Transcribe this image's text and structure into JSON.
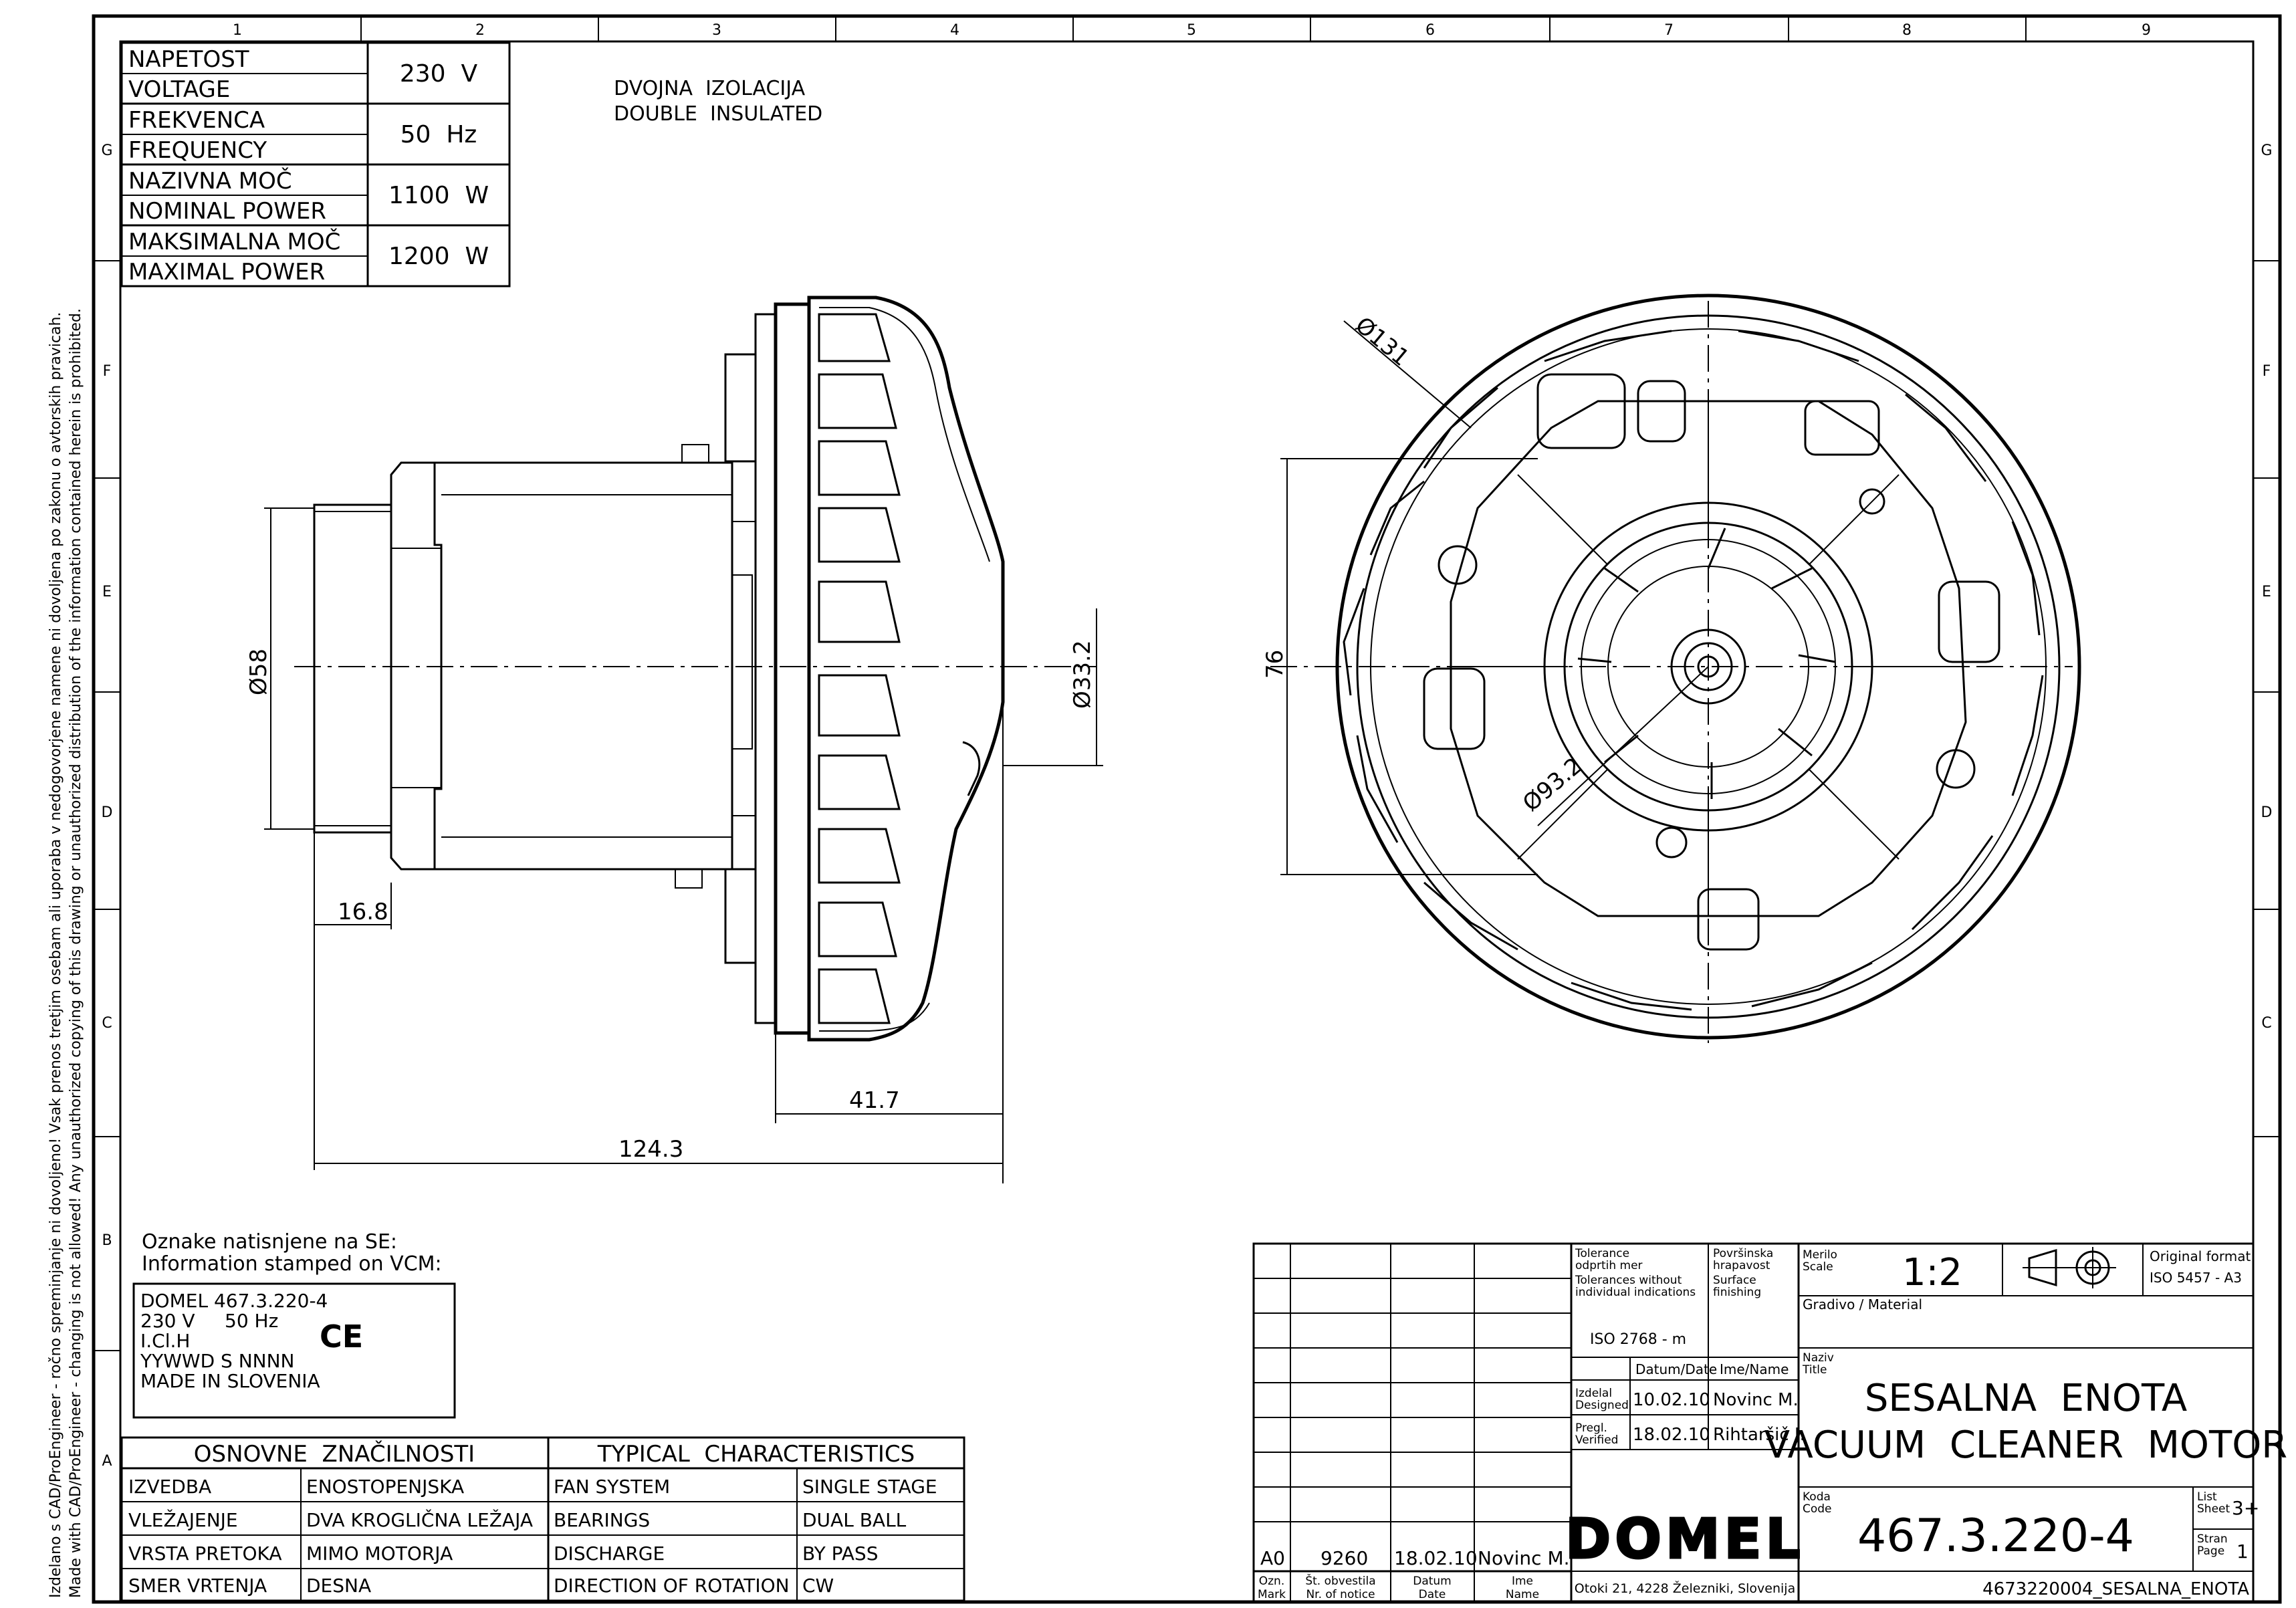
{
  "side_note": {
    "line1": "Izdelano s CAD/ProEngineer - ročno spreminjanje ni dovoljeno! Vsak prenos tretjim osebam ali uporaba v nedogovorjene namene ni dovoljena po zakonu o avtorskih pravicah.",
    "line2": "Made with CAD/ProEngineer - changing is not allowed!  Any unauthorized copying of this drawing or unauthorized distribution of the information contained herein is prohibited."
  },
  "frame": {
    "columns": [
      "1",
      "2",
      "3",
      "4",
      "5",
      "6",
      "7",
      "8",
      "9"
    ],
    "rows": [
      "G",
      "F",
      "E",
      "D",
      "C",
      "B",
      "A"
    ]
  },
  "ratings": [
    {
      "label_sl": "NAPETOST",
      "label_en": "VOLTAGE",
      "value": "230  V"
    },
    {
      "label_sl": "FREKVENCA",
      "label_en": "FREQUENCY",
      "value": "50  Hz"
    },
    {
      "label_sl": "NAZIVNA MOČ",
      "label_en": "NOMINAL POWER",
      "value": "1100  W"
    },
    {
      "label_sl": "MAKSIMALNA MOČ",
      "label_en": "MAXIMAL POWER",
      "value": "1200  W"
    }
  ],
  "insulation": {
    "sl": "DVOJNA  IZOLACIJA",
    "en": "DOUBLE  INSULATED"
  },
  "dimensions": {
    "d58": "Ø58",
    "d33": "Ø33.2",
    "l16": "16.8",
    "l41": "41.7",
    "l124": "124.3",
    "d131": "Ø131",
    "h76": "76",
    "d93": "Ø93.2"
  },
  "stamp": {
    "heading_sl": "Oznake natisnjene na SE:",
    "heading_en": "Information stamped on VCM:",
    "lines": [
      "DOMEL 467.3.220-4",
      "230 V     50 Hz",
      "I.Cl.H",
      "YYWWD S NNNN",
      "MADE IN SLOVENIA"
    ],
    "ce": "CE"
  },
  "characteristics": {
    "title_sl": "OSNOVNE  ZNAČILNOSTI",
    "title_en": "TYPICAL  CHARACTERISTICS",
    "rows": [
      [
        "IZVEDBA",
        "ENOSTOPENJSKA",
        "FAN SYSTEM",
        "SINGLE STAGE"
      ],
      [
        "VLEŽAJENJE",
        "DVA KROGLIČNA LEŽAJA",
        "BEARINGS",
        "DUAL BALL"
      ],
      [
        "VRSTA PRETOKA",
        "MIMO MOTORJA",
        "DISCHARGE",
        "BY PASS"
      ],
      [
        "SMER VRTENJA",
        "DESNA",
        "DIRECTION OF ROTATION",
        "CW"
      ]
    ]
  },
  "revision": {
    "row": [
      "A0",
      "9260",
      "18.02.10",
      "Novinc M."
    ],
    "headers": [
      [
        "Ozn.",
        "Mark"
      ],
      [
        "Št. obvestila",
        "Nr. of notice"
      ],
      [
        "Datum",
        "Date"
      ],
      [
        "Ime",
        "Name"
      ]
    ]
  },
  "title_block": {
    "tolerance": [
      "Tolerance",
      "odprtih mer",
      "Tolerances without",
      "individual indications"
    ],
    "tolerance_value": "ISO 2768 - m",
    "surface": [
      "Površinska",
      "hrapavost",
      "Surface",
      "finishing"
    ],
    "date_hdr": "Datum/Date",
    "name_hdr": "Ime/Name",
    "designed_label": [
      "Izdelal",
      "Designed"
    ],
    "designed_date": "10.02.10",
    "designed_name": "Novinc M.",
    "verified_label": [
      "Pregl.",
      "Verified"
    ],
    "verified_date": "18.02.10",
    "verified_name": "Rihtaršič J.",
    "logo": "DOMEL",
    "address": "Otoki 21, 4228 Železniki, Slovenija",
    "scale_label": [
      "Merilo",
      "Scale"
    ],
    "scale": "1:2",
    "format_label": "Original format",
    "format": "ISO 5457 - A3",
    "material_label": "Gradivo / Material",
    "title_label": [
      "Naziv",
      "Title"
    ],
    "title_sl": "SESALNA  ENOTA",
    "title_en": "VACUUM  CLEANER  MOTOR",
    "code_label": [
      "Koda",
      "Code"
    ],
    "code": "467.3.220-4",
    "sheet_label": [
      "List",
      "Sheet"
    ],
    "sheet": "3+",
    "page_label": [
      "Stran",
      "Page"
    ],
    "page": "1",
    "file": "4673220004_SESALNA_ENOTA"
  }
}
